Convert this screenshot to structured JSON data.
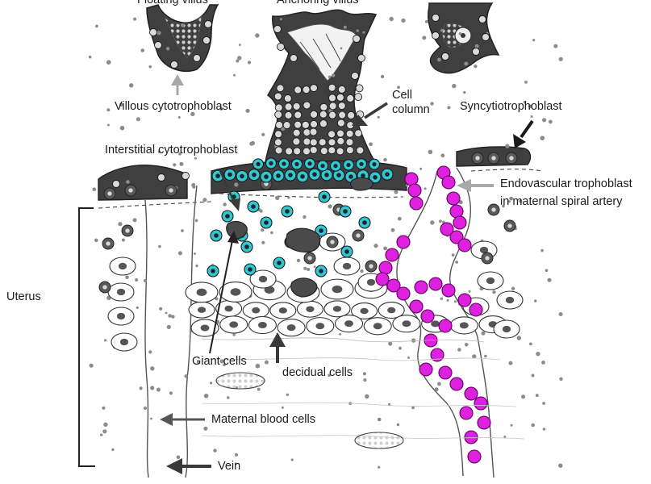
{
  "labels": {
    "floating_villus": "Floating villus",
    "anchoring_villus": "Anchoring villus",
    "villous_cytotrophoblast": "Villous cytotrophoblast",
    "cell_column_1": "Cell",
    "cell_column_2": "column",
    "syncytiotrophoblast": "Syncytiotrophoblast",
    "interstitial_cytotrophoblast": "Interstitial cytotrophoblast",
    "endovascular_1": "Endovascular trophoblast",
    "endovascular_2": "in maternal spiral artery",
    "uterus": "Uterus",
    "giant_cells": "Giant cells",
    "decidual_cells": "decidual cells",
    "maternal_blood_cells": "Maternal blood cells",
    "vein": "Vein"
  },
  "colors": {
    "cytotrophoblast": "#2fc9d3",
    "endovascular_trophoblast": "#e020e0",
    "syncytium": "#3f3f3f",
    "outline": "#222222",
    "arrow_dark": "#3a3a3a",
    "arrow_grey": "#a8a8a8"
  }
}
